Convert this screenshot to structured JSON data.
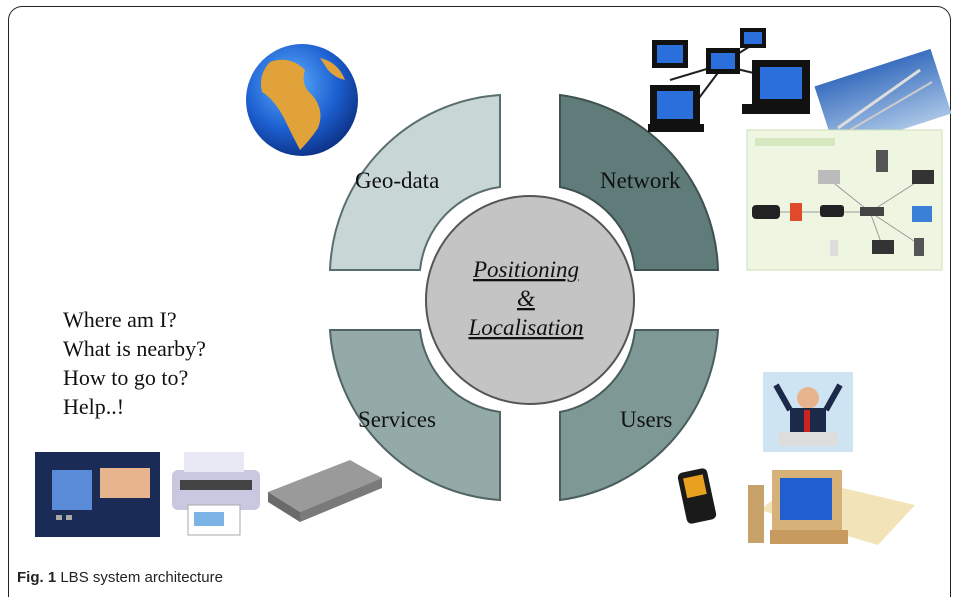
{
  "ring": {
    "geo_data": "Geo-data",
    "network": "Network",
    "services": "Services",
    "users": "Users"
  },
  "center": {
    "line1": "Positioning",
    "line2": "&",
    "line3": "Localisation"
  },
  "questions": [
    "Where am I?",
    "What is nearby?",
    "How to go to?",
    "Help..!"
  ],
  "caption": {
    "label": "Fig. 1",
    "text": "LBS system architecture"
  },
  "colors": {
    "geo_data": "#c9d6d6",
    "network": "#5f7c7a",
    "services": "#94aaa8",
    "users": "#7e9896",
    "center": "#c4c4c4"
  }
}
